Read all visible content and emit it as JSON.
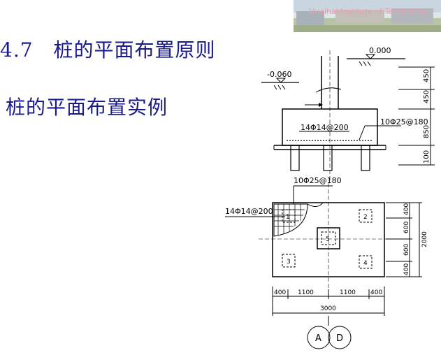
{
  "banner": {
    "text": "Huaihai Institute of Technology"
  },
  "heading": "4.7　桩的平面布置原则",
  "subheading": "桩的平面布置实例",
  "section": {
    "elev_top": "0.000",
    "elev_ground": "-0.060",
    "dim_450a": "450",
    "dim_450b": "450",
    "dim_850": "850",
    "dim_100": "100",
    "rebar_a": "14Φ14@200",
    "rebar_b": "10Φ25@180"
  },
  "plan": {
    "rebar_top": "10Φ25@180",
    "rebar_left": "14Φ14@200",
    "piles": [
      "1",
      "2",
      "5",
      "3",
      "4"
    ],
    "dim_right": [
      "400",
      "600",
      "600",
      "400"
    ],
    "dim_total_right": "2000",
    "dim_bottom": [
      "400",
      "1100",
      "1100",
      "400"
    ],
    "dim_total_bottom": "3000",
    "axes": [
      "A",
      "D"
    ]
  }
}
